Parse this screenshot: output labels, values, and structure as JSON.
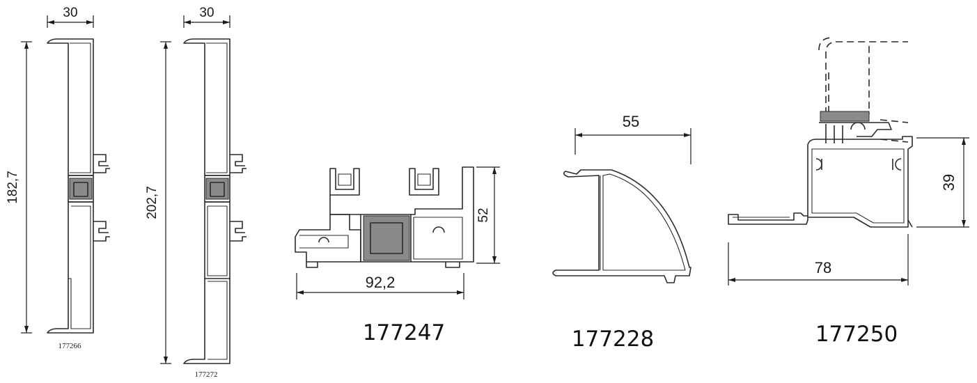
{
  "profiles": [
    {
      "code": "177266",
      "dimensions": {
        "width": "30",
        "height": "182,7"
      }
    },
    {
      "code": "177272",
      "dimensions": {
        "width": "30",
        "height": "202,7"
      }
    },
    {
      "code": "177247",
      "dimensions": {
        "width": "92,2",
        "height": "52"
      }
    },
    {
      "code": "177228",
      "dimensions": {
        "width": "55"
      }
    },
    {
      "code": "177250",
      "dimensions": {
        "width": "78",
        "height": "39"
      }
    }
  ]
}
